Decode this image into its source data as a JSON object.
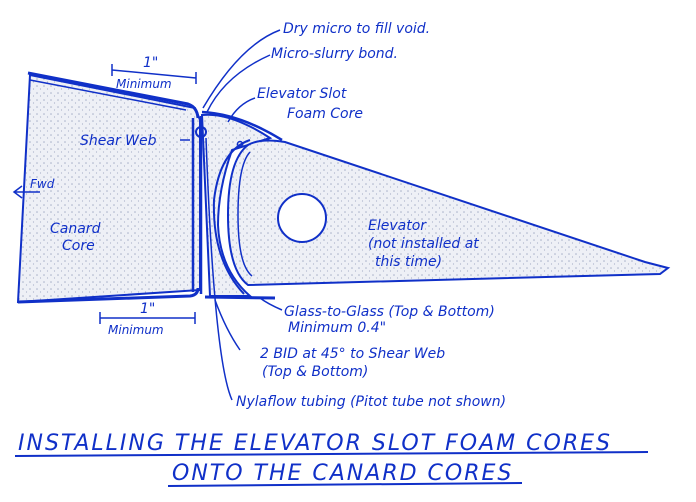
{
  "colors": {
    "ink": "#1030c8",
    "fill": "#eef0f6",
    "fill_dots": "#a8b0c8",
    "background": "#ffffff"
  },
  "labels": {
    "dry_micro": "Dry micro to fill void.",
    "micro_slurry": "Micro-slurry bond.",
    "slot_core_1": "Elevator Slot",
    "slot_core_2": "Foam Core",
    "min_top_value": "1\"",
    "min_top_word": "Minimum",
    "shear_web": "Shear Web",
    "fwd": "Fwd",
    "canard_1": "Canard",
    "canard_2": "Core",
    "elevator_1": "Elevator",
    "elevator_2": "(not installed at",
    "elevator_3": "this time)",
    "min_bot_value": "1\"",
    "min_bot_word": "Minimum",
    "glass_1": "Glass-to-Glass (Top & Bottom)",
    "glass_2": "Minimum 0.4\"",
    "bid_1": "2 BID at 45° to Shear Web",
    "bid_2": "(Top & Bottom)",
    "nylaflow": "Nylaflow tubing (Pitot tube not shown)"
  },
  "title": {
    "line1": "INSTALLING THE ELEVATOR SLOT FOAM CORES",
    "line2": "ONTO THE CANARD CORES"
  }
}
